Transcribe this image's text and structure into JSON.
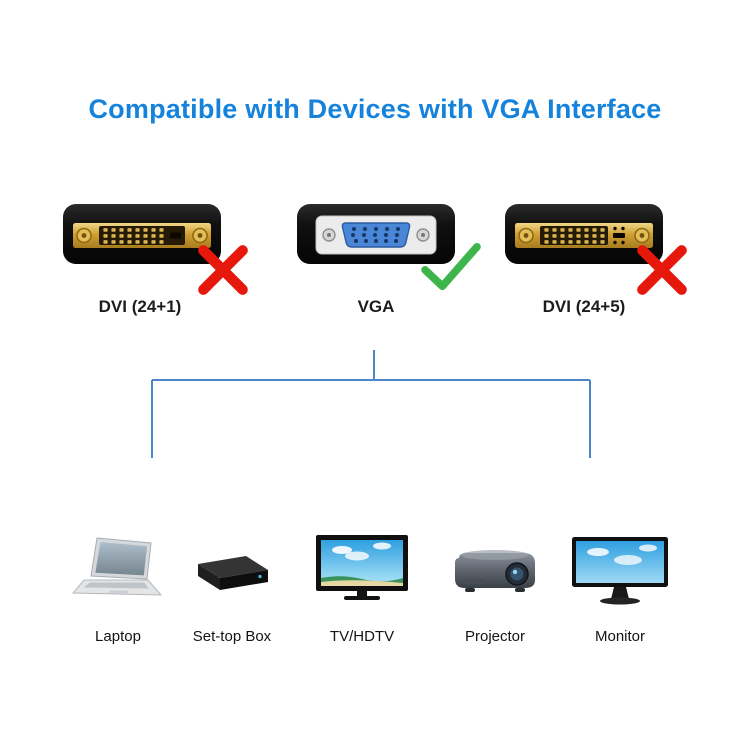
{
  "page": {
    "title": "Compatible with Devices with VGA Interface"
  },
  "connectors": [
    {
      "label": "DVI (24+1)",
      "compatible": false,
      "mark_icon": "red-cross-icon"
    },
    {
      "label": "VGA",
      "compatible": true,
      "mark_icon": "green-check-icon"
    },
    {
      "label": "DVI (24+5)",
      "compatible": false,
      "mark_icon": "red-cross-icon"
    }
  ],
  "devices": [
    {
      "label": "Laptop",
      "icon": "laptop-icon"
    },
    {
      "label": "Set-top Box",
      "icon": "set-top-box-icon"
    },
    {
      "label": "TV/HDTV",
      "icon": "tv-icon"
    },
    {
      "label": "Projector",
      "icon": "projector-icon"
    },
    {
      "label": "Monitor",
      "icon": "monitor-icon"
    }
  ],
  "colors": {
    "title_blue": "#1583dc",
    "bracket_line": "#4a86c8",
    "incompatible_red": "#e6170b",
    "compatible_green": "#3db54a",
    "vga_insert_blue": "#4a86d8",
    "dvi_gold": "#cf9f33"
  }
}
